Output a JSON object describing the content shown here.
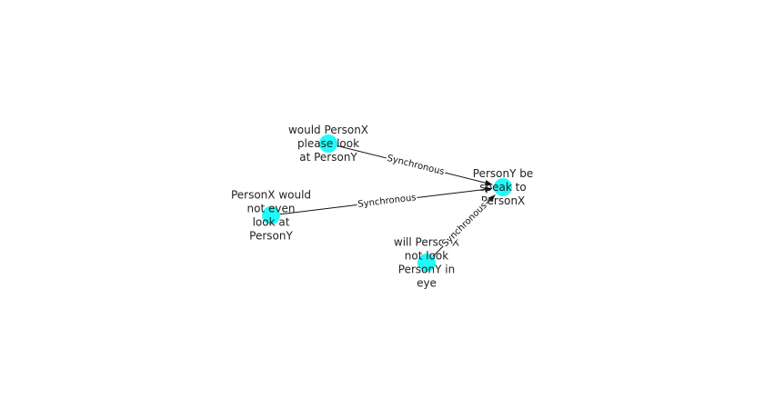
{
  "graph": {
    "node_color": "#1ffbf8",
    "edge_color": "#111111",
    "nodes": [
      {
        "id": "n1",
        "label_lines": [
          "would PersonX",
          "please look",
          "at PersonY"
        ]
      },
      {
        "id": "n2",
        "label_lines": [
          "PersonY be",
          "speak to",
          "PersonX"
        ]
      },
      {
        "id": "n3",
        "label_lines": [
          "PersonX would",
          "not even",
          "look at",
          "PersonY"
        ]
      },
      {
        "id": "n4",
        "label_lines": [
          "will PersonX",
          "not look",
          "PersonY in",
          "eye"
        ]
      }
    ],
    "edges": [
      {
        "source": "n1",
        "target": "n2",
        "label": "Synchronous"
      },
      {
        "source": "n3",
        "target": "n2",
        "label": "Synchronous"
      },
      {
        "source": "n4",
        "target": "n2",
        "label": "Synchronous"
      }
    ]
  }
}
